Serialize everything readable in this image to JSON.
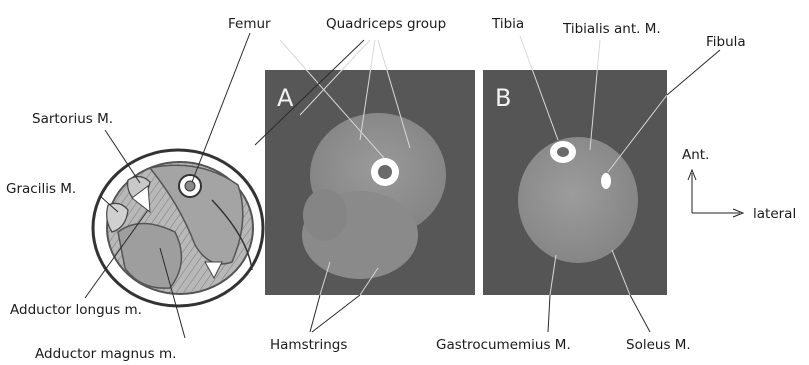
{
  "labels": {
    "femur": "Femur",
    "quadriceps": "Quadriceps group",
    "tibia": "Tibia",
    "tibialis_ant": "Tibialis ant. M.",
    "fibula": "Fibula",
    "sartorius": "Sartorius M.",
    "gracilis": "Gracilis M.",
    "adductor_longus": "Adductor longus m.",
    "adductor_magnus": "Adductor magnus m.",
    "hamstrings": "Hamstrings",
    "gastrocnemius": "Gastrocumemius M.",
    "soleus": "Soleus M."
  },
  "panels": {
    "a": "A",
    "b": "B"
  },
  "orientation": {
    "anterior": "Ant.",
    "lateral": "lateral"
  },
  "colors": {
    "scan_background": "#555555",
    "tissue": "#8c8c8c",
    "bone_ring": "#ffffff",
    "illustration_muscle": "#a9a9a9"
  }
}
